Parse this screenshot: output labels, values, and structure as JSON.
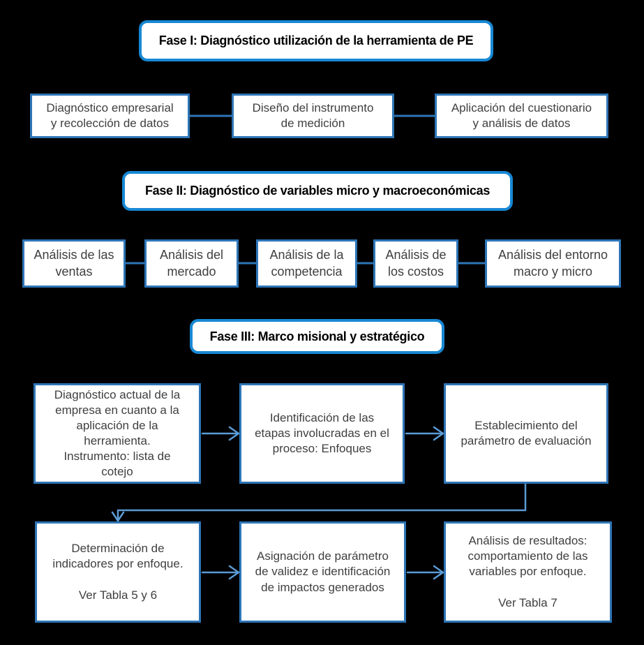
{
  "colors": {
    "background": "#000000",
    "header_border": "#1788d4",
    "box_border": "#2e75b6",
    "arrow": "#5b9bd5",
    "box_text": "#3f3f3f",
    "header_text": "#000000",
    "box_fill": "#ffffff"
  },
  "phase1": {
    "title": "Fase I: Diagnóstico utilización de la herramienta de PE",
    "steps": [
      {
        "label": "Diagnóstico empresarial\ny recolección de datos"
      },
      {
        "label": "Diseño del instrumento\nde medición"
      },
      {
        "label": "Aplicación del cuestionario\ny análisis de datos"
      }
    ]
  },
  "phase2": {
    "title": "Fase II: Diagnóstico de variables micro y macroeconómicas",
    "steps": [
      {
        "label": "Análisis de las\nventas"
      },
      {
        "label": "Análisis del\nmercado"
      },
      {
        "label": "Análisis de la\ncompetencia"
      },
      {
        "label": "Análisis de\nlos costos"
      },
      {
        "label": "Análisis del entorno\nmacro y micro"
      }
    ]
  },
  "phase3": {
    "title": "Fase III: Marco misional y estratégico",
    "row1": [
      {
        "label": "Diagnóstico actual de la\nempresa en cuanto a la\naplicación de la\nherramienta.\nInstrumento: lista de\ncotejo"
      },
      {
        "label": "Identificación de las\netapas involucradas en el\nproceso: Enfoques"
      },
      {
        "label": "Establecimiento del\nparámetro de evaluación"
      }
    ],
    "row2": [
      {
        "label": "Determinación de\nindicadores por enfoque.\n\nVer Tabla 5 y 6"
      },
      {
        "label": "Asignación de parámetro\nde validez e identificación\nde impactos generados"
      },
      {
        "label": "Análisis de resultados:\ncomportamiento de las\nvariables por enfoque.\n\nVer Tabla 7"
      }
    ]
  }
}
